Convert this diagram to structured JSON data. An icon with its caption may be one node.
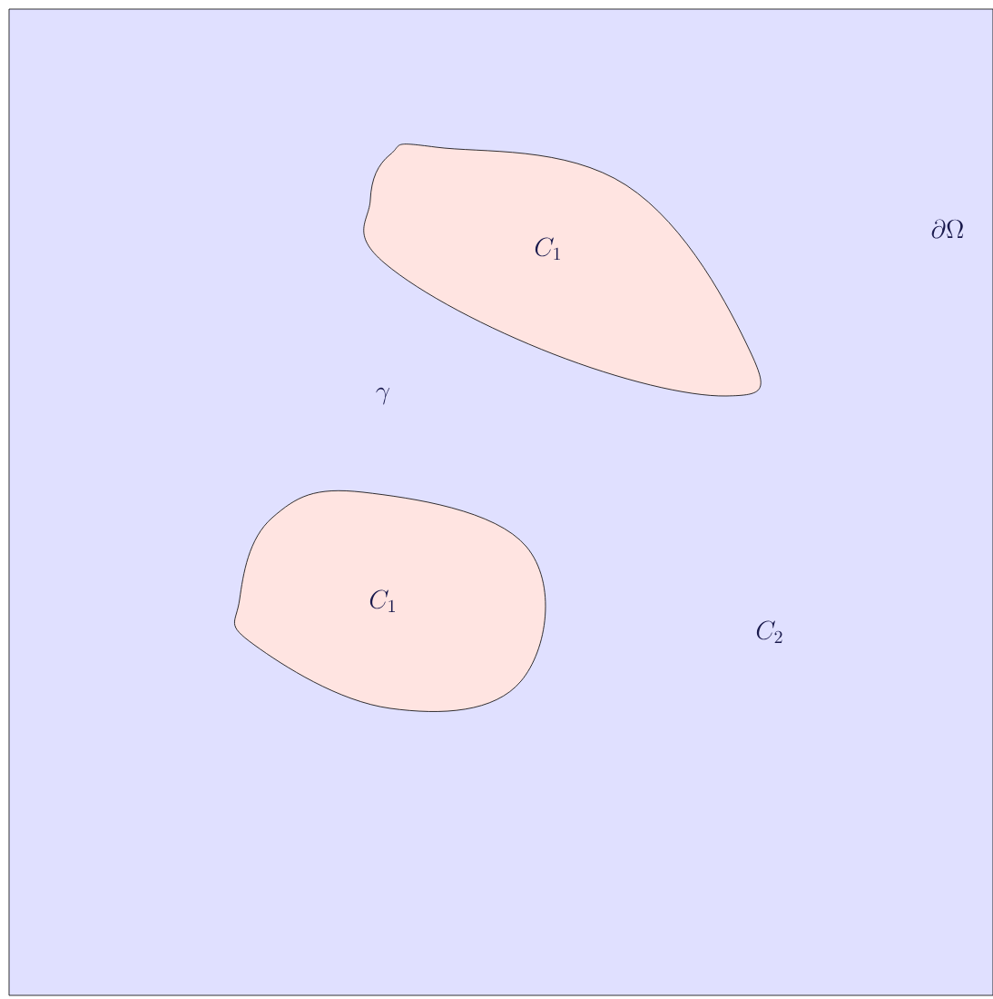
{
  "diagram": {
    "nodes": [
      {
        "text": [
          "\\partial\\Omega",
          "C_2"
        ]
      },
      {
        "text": [
          "C_1"
        ],
        "in": 0
      },
      {
        "text": [
          "C_1"
        ],
        "in": 0
      }
    ],
    "labels": [
      "\\gamma"
    ]
  }
}
